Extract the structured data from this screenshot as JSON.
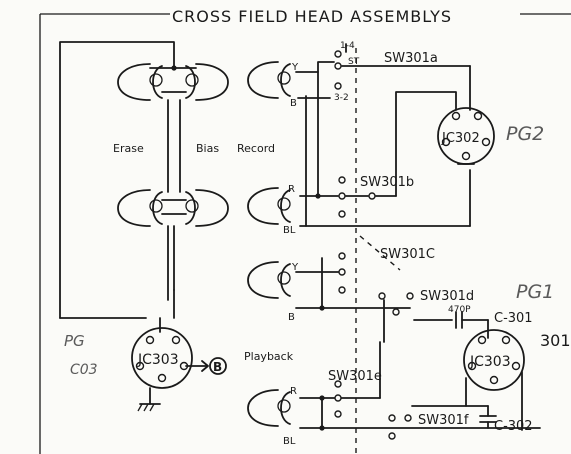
{
  "title": "CROSS FIELD HEAD ASSEMBLYS",
  "heads": {
    "erase": "Erase",
    "bias": "Bias",
    "record": "Record",
    "playback": "Playback"
  },
  "wire_letters": {
    "y1": "Y",
    "b1": "B",
    "r1": "R",
    "bl1": "BL",
    "y2": "Y",
    "b2": "B",
    "r2": "R",
    "bl2": "BL"
  },
  "switches": {
    "sw301a": "SW301a",
    "sw301b": "SW301b",
    "sw301c": "SW301C",
    "sw301d": "SW301d",
    "sw301e": "SW301e",
    "sw301f": "SW301f",
    "pos_1_4": "1-4",
    "pos_st": "ST",
    "pos_3_2": "3-2"
  },
  "connectors": {
    "jc302": "JC302",
    "jc303_right": "JC303",
    "jc303_left": "JC303"
  },
  "components": {
    "c301": "C-301",
    "c302": "C-302",
    "cap_value": "470P",
    "edge_label": "301"
  },
  "handwritten": {
    "pg2": "PG2",
    "pg1": "PG1",
    "pg_left": "PG",
    "code_left": "C03"
  },
  "terminal_b": "B"
}
